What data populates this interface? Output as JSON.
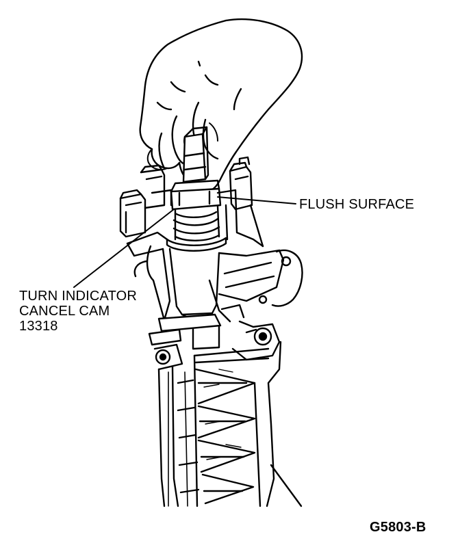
{
  "labels": {
    "flush_surface": "FLUSH SURFACE",
    "cam_line1": "TURN INDICATOR",
    "cam_line2": "CANCEL CAM",
    "cam_line3": "13318",
    "figure_id": "G5803-B"
  },
  "colors": {
    "ink": "#000000",
    "paper": "#ffffff"
  }
}
